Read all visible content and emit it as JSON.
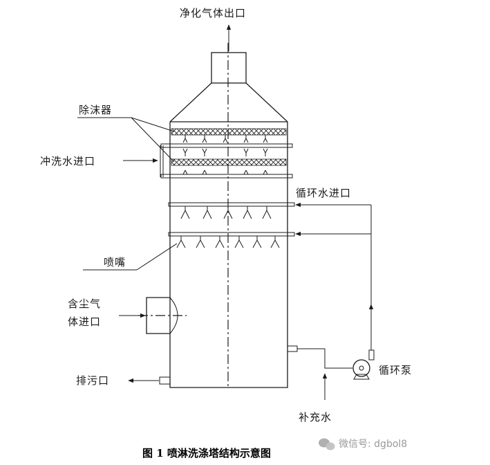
{
  "labels": {
    "clean_gas_outlet": "净化气体出口",
    "mist_eliminator": "除沫器",
    "wash_water_inlet": "冲洗水进口",
    "circulating_water_inlet": "循环水进口",
    "nozzle": "喷嘴",
    "dusty_gas_inlet_line1": "含尘气",
    "dusty_gas_inlet_line2": "体进口",
    "drain_outlet": "排污口",
    "circulating_pump": "循环泵",
    "makeup_water": "补充水"
  },
  "caption": "图 1  喷淋洗涤塔结构示意图",
  "watermark": {
    "icon": "wechat-icon",
    "text": "微信号: dgbol8"
  },
  "colors": {
    "line": "#1a1a1a",
    "watermark": "#9a9a9a",
    "background": "#ffffff"
  }
}
